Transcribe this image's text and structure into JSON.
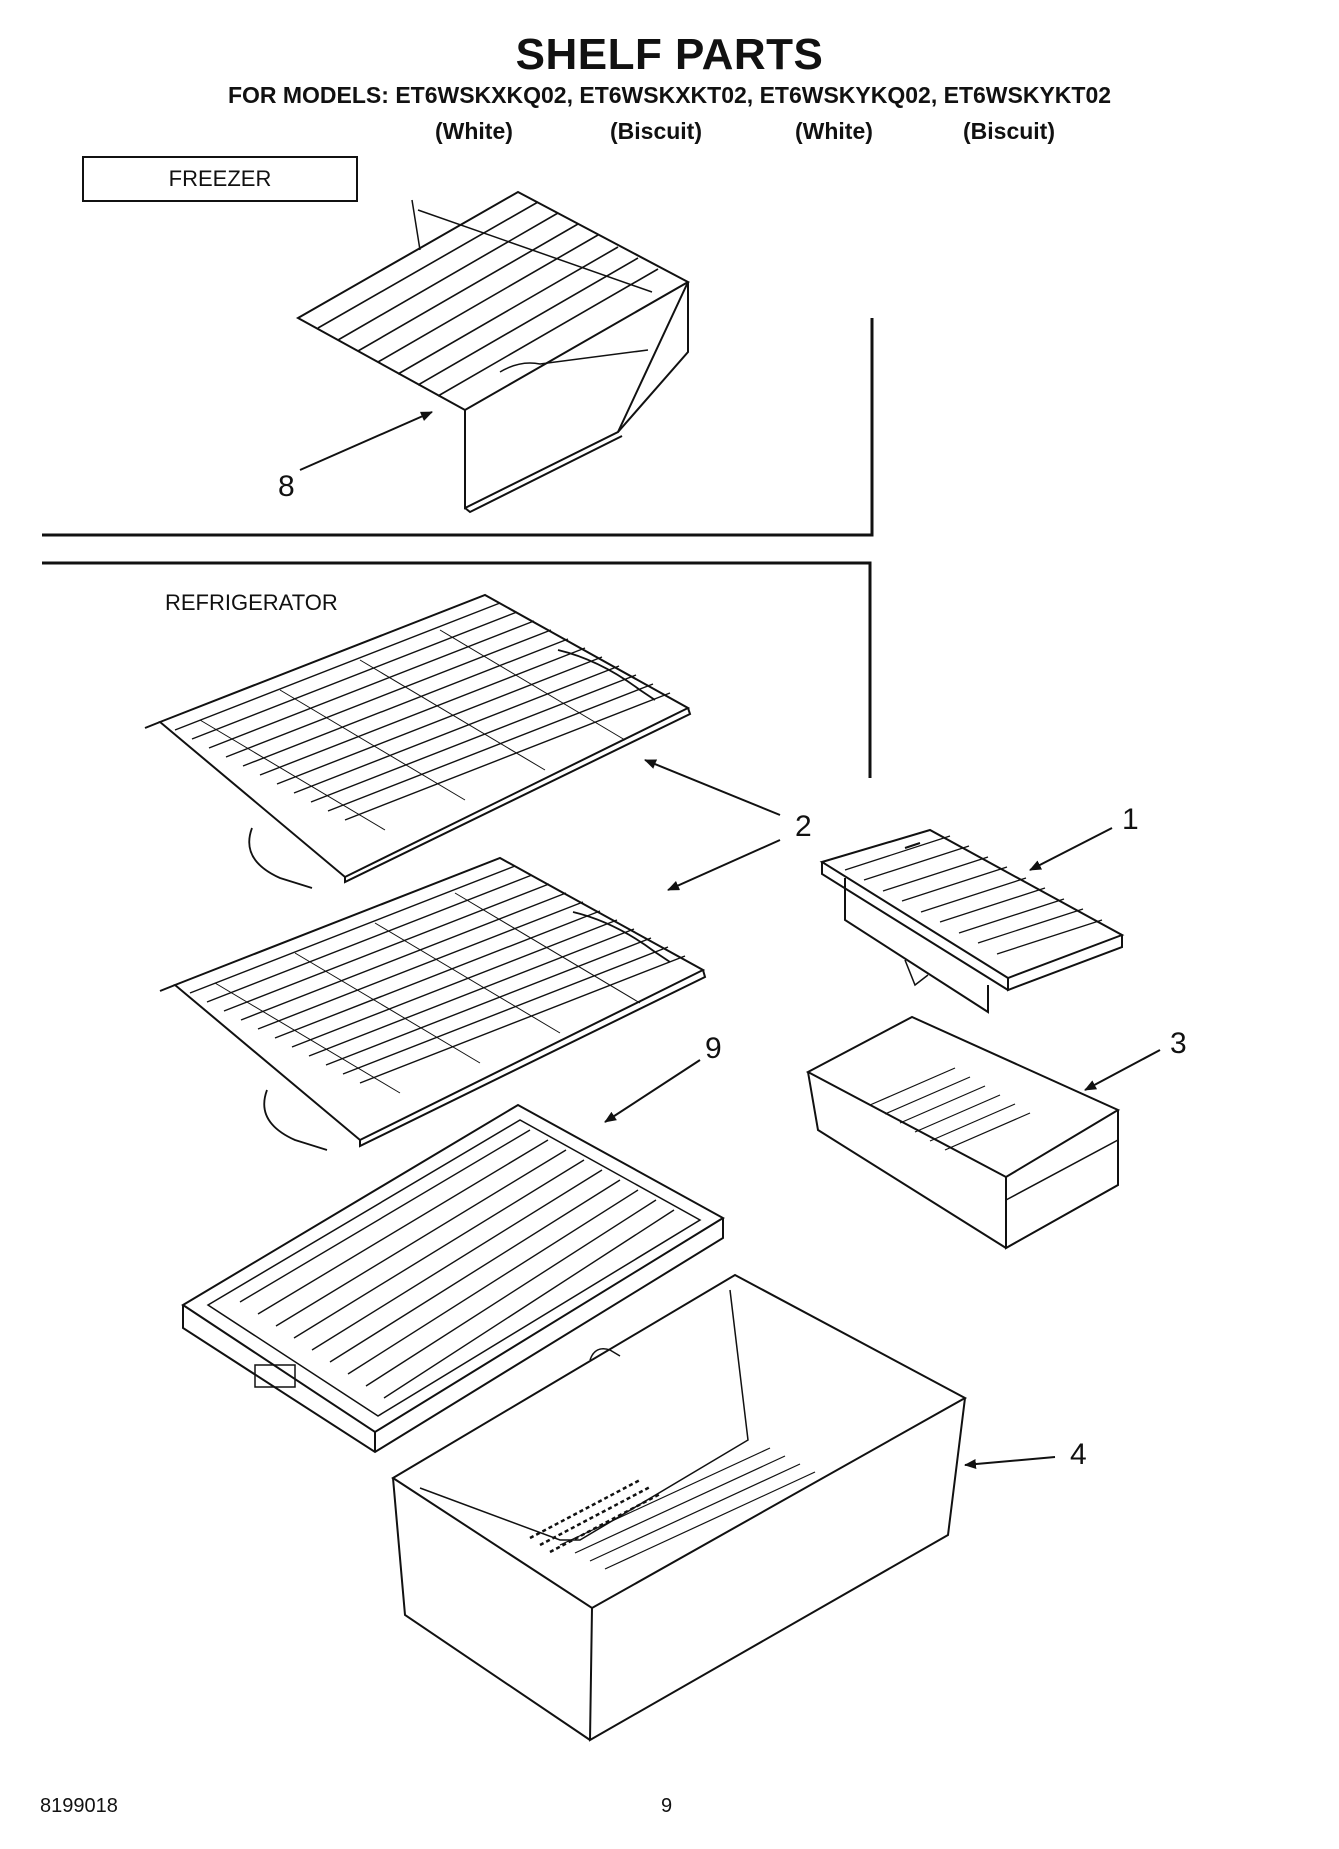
{
  "header": {
    "title": "SHELF PARTS",
    "models_line": "FOR MODELS: ET6WSKXKQ02, ET6WSKXKT02, ET6WSKYKQ02, ET6WSKYKT02",
    "colors": [
      "(White)",
      "(Biscuit)",
      "(White)",
      "(Biscuit)"
    ]
  },
  "sections": {
    "freezer": "FREEZER",
    "refrigerator": "REFRIGERATOR"
  },
  "callouts": {
    "c1": "1",
    "c2": "2",
    "c3": "3",
    "c4": "4",
    "c8": "8",
    "c9": "9"
  },
  "parts": [
    {
      "callout": "1",
      "icon": "small-wire-shelf-with-bracket"
    },
    {
      "callout": "2",
      "icon": "wire-shelf"
    },
    {
      "callout": "3",
      "icon": "small-crisper-drawer"
    },
    {
      "callout": "4",
      "icon": "large-crisper-pan"
    },
    {
      "callout": "8",
      "icon": "freezer-wire-shelf"
    },
    {
      "callout": "9",
      "icon": "crisper-cover"
    }
  ],
  "footer": {
    "doc_number": "8199018",
    "page_number": "9"
  }
}
